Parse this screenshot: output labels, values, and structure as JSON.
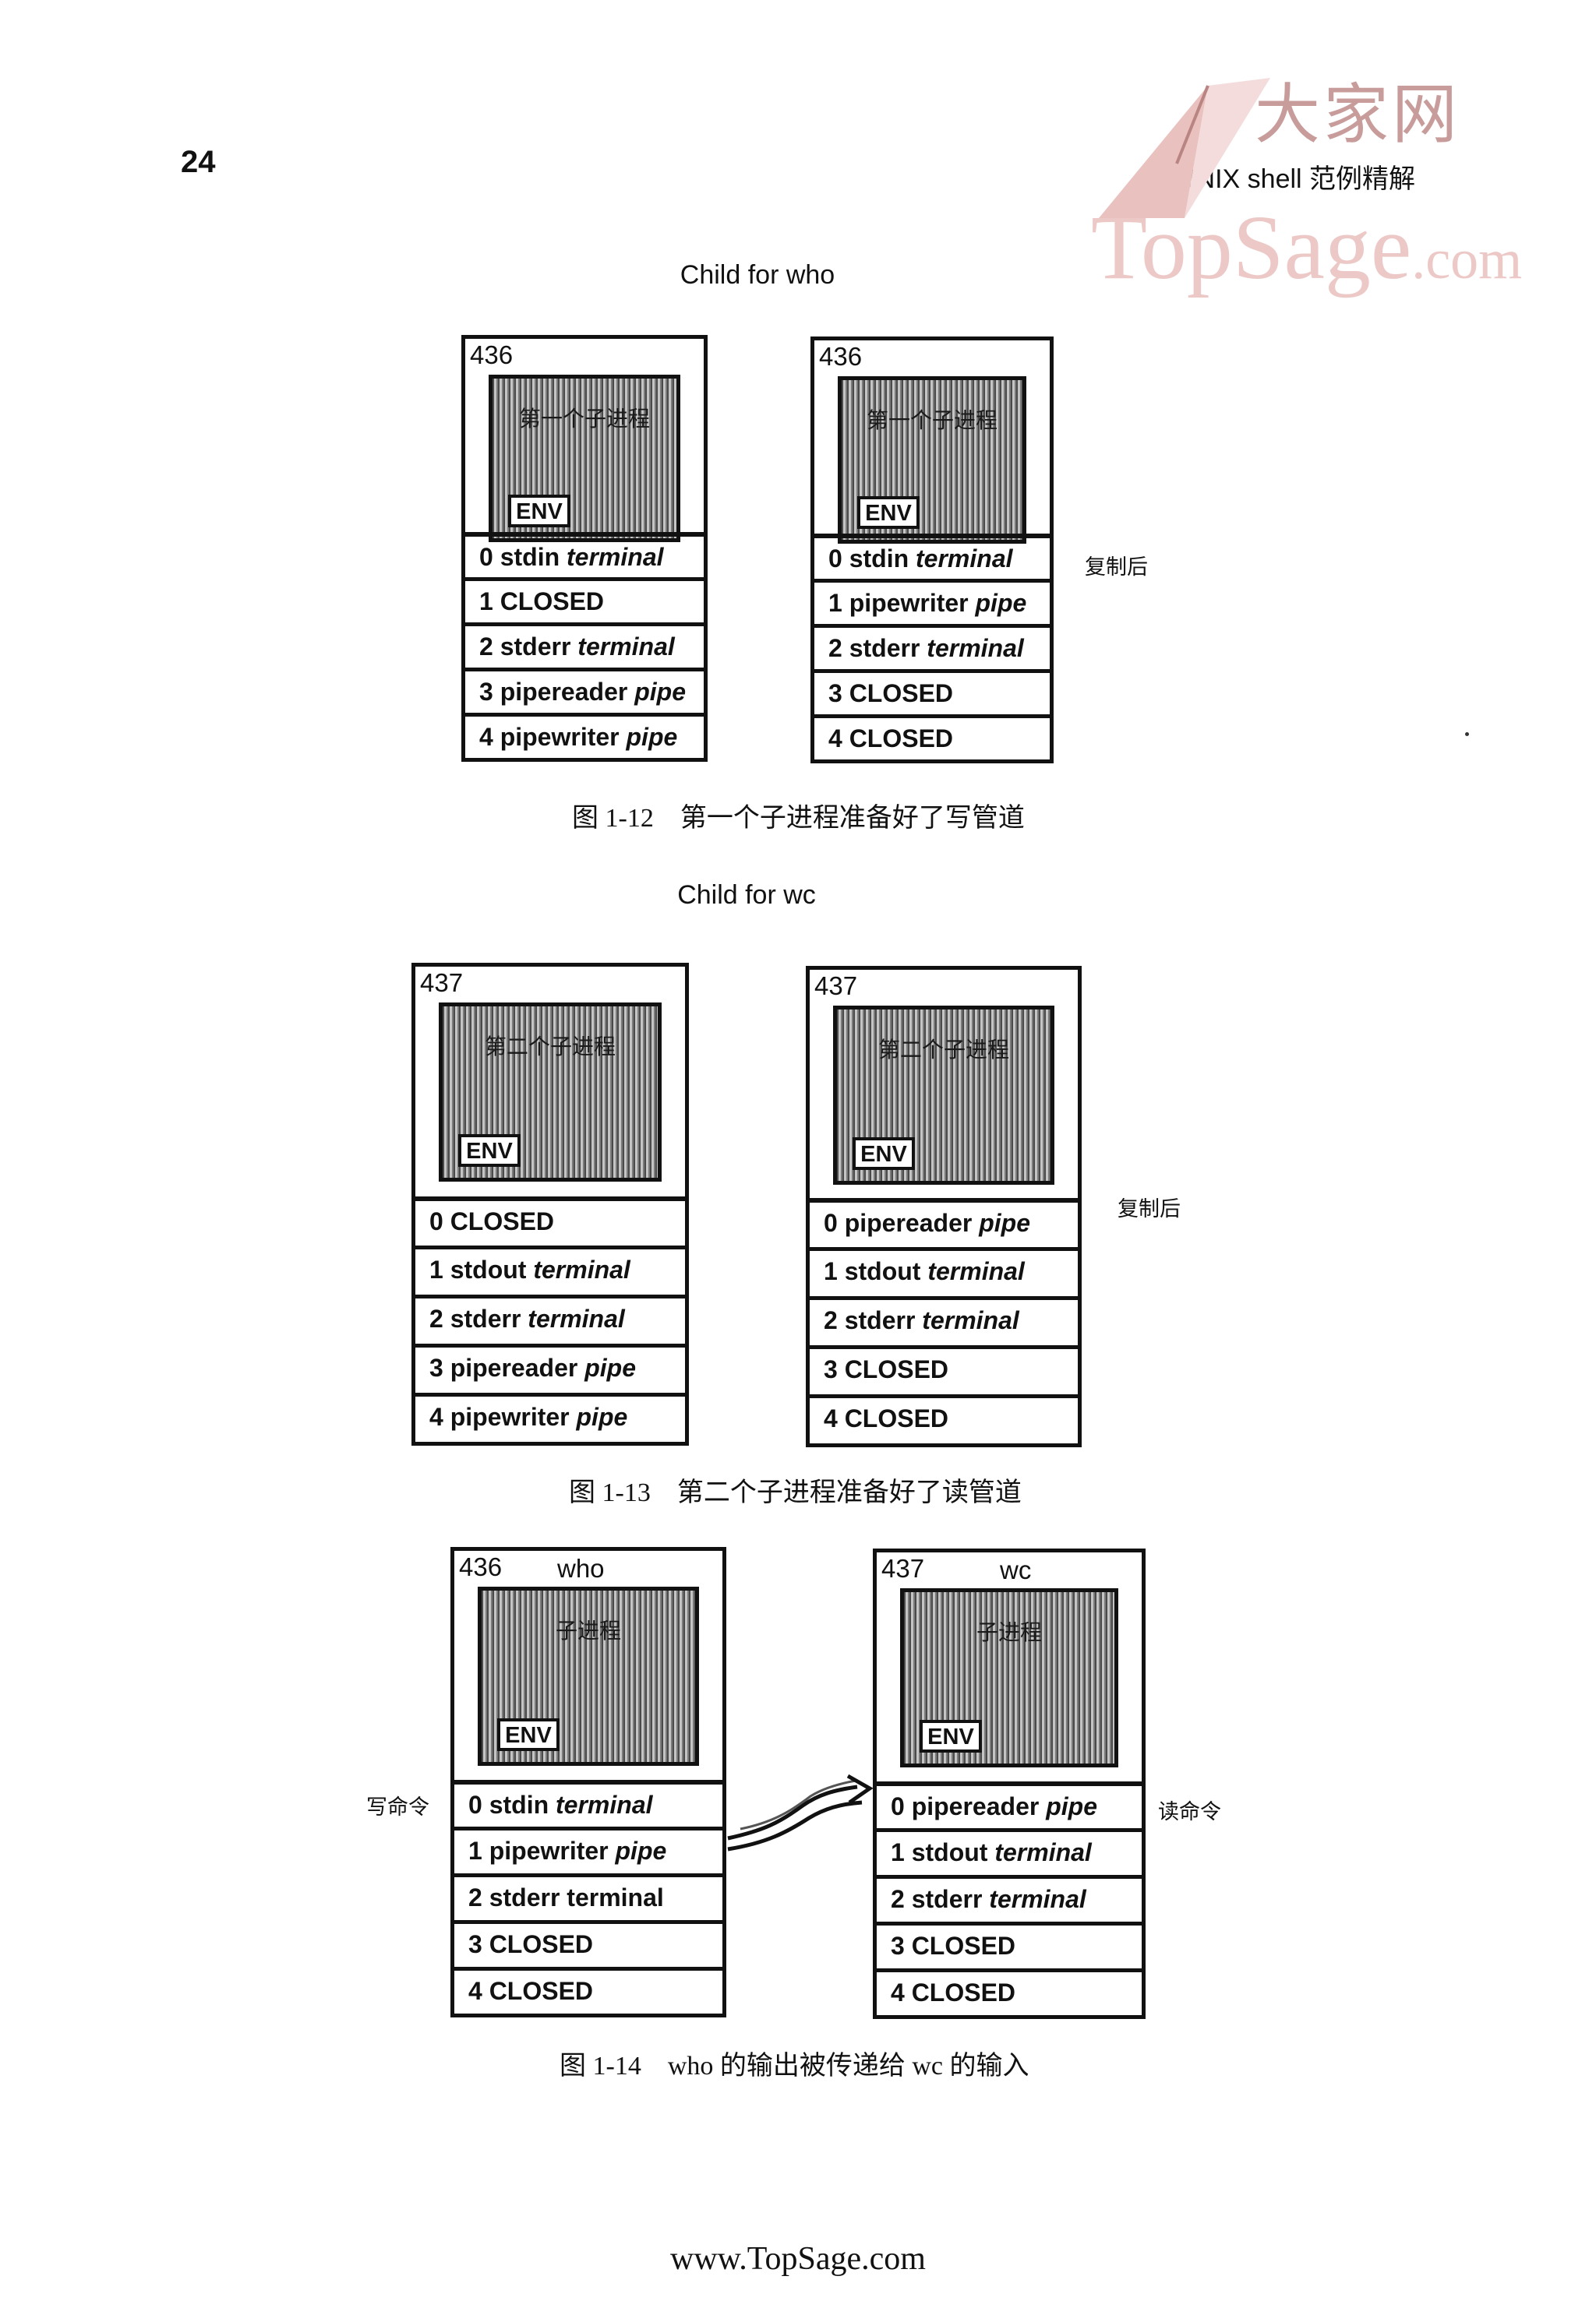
{
  "header": {
    "page_number": "24",
    "book_title": "UNIX shell 范例精解"
  },
  "watermark": {
    "brand": "大家网",
    "site": "TopSage",
    "site_suffix": ".com"
  },
  "figures": [
    {
      "title": "Child for who",
      "caption": "图 1-12　第一个子进程准备好了写管道",
      "side_label": "复制后",
      "before": {
        "pid": "436",
        "name": "",
        "process_text": "第一个子进程",
        "env": "ENV",
        "fds": [
          {
            "fd": "0 stdin",
            "dev": "terminal"
          },
          {
            "fd": "1 CLOSED",
            "dev": ""
          },
          {
            "fd": "2 stderr",
            "dev": "terminal"
          },
          {
            "fd": "3 pipereader",
            "dev": "pipe"
          },
          {
            "fd": "4 pipewriter",
            "dev": "pipe"
          }
        ]
      },
      "after": {
        "pid": "436",
        "name": "",
        "process_text": "第一个子进程",
        "env": "ENV",
        "fds": [
          {
            "fd": "0 stdin",
            "dev": "terminal"
          },
          {
            "fd": "1 pipewriter",
            "dev": "pipe"
          },
          {
            "fd": "2 stderr",
            "dev": "terminal"
          },
          {
            "fd": "3 CLOSED",
            "dev": ""
          },
          {
            "fd": "4 CLOSED",
            "dev": ""
          }
        ]
      }
    },
    {
      "title": "Child for wc",
      "caption": "图 1-13　第二个子进程准备好了读管道",
      "side_label": "复制后",
      "before": {
        "pid": "437",
        "name": "",
        "process_text": "第二个子进程",
        "env": "ENV",
        "fds": [
          {
            "fd": "0 CLOSED",
            "dev": ""
          },
          {
            "fd": "1 stdout",
            "dev": "terminal"
          },
          {
            "fd": "2 stderr",
            "dev": "terminal"
          },
          {
            "fd": "3 pipereader",
            "dev": "pipe"
          },
          {
            "fd": "4 pipewriter",
            "dev": "pipe"
          }
        ]
      },
      "after": {
        "pid": "437",
        "name": "",
        "process_text": "第二个子进程",
        "env": "ENV",
        "fds": [
          {
            "fd": "0  pipereader",
            "dev": "pipe"
          },
          {
            "fd": "1 stdout",
            "dev": "terminal"
          },
          {
            "fd": "2 stderr",
            "dev": "terminal"
          },
          {
            "fd": "3 CLOSED",
            "dev": ""
          },
          {
            "fd": "4 CLOSED",
            "dev": ""
          }
        ]
      }
    },
    {
      "title": "",
      "caption": "图 1-14　who 的输出被传递给 wc 的输入",
      "left_label": "写命令",
      "right_label": "读命令",
      "before": {
        "pid": "436",
        "name": "who",
        "process_text": "子进程",
        "env": "ENV",
        "fds": [
          {
            "fd": "0 stdin",
            "dev": "terminal"
          },
          {
            "fd": "1 pipewriter",
            "dev": "pipe"
          },
          {
            "fd": "2 stderr terminal",
            "dev": ""
          },
          {
            "fd": "3 CLOSED",
            "dev": ""
          },
          {
            "fd": "4 CLOSED",
            "dev": ""
          }
        ]
      },
      "after": {
        "pid": "437",
        "name": "wc",
        "process_text": "子进程",
        "env": "ENV",
        "fds": [
          {
            "fd": "0  pipereader",
            "dev": "pipe"
          },
          {
            "fd": "1 stdout",
            "dev": "terminal"
          },
          {
            "fd": "2 stderr",
            "dev": "terminal"
          },
          {
            "fd": "3 CLOSED",
            "dev": ""
          },
          {
            "fd": "4 CLOSED",
            "dev": ""
          }
        ]
      }
    }
  ],
  "footer": {
    "url": "www.TopSage.com"
  }
}
